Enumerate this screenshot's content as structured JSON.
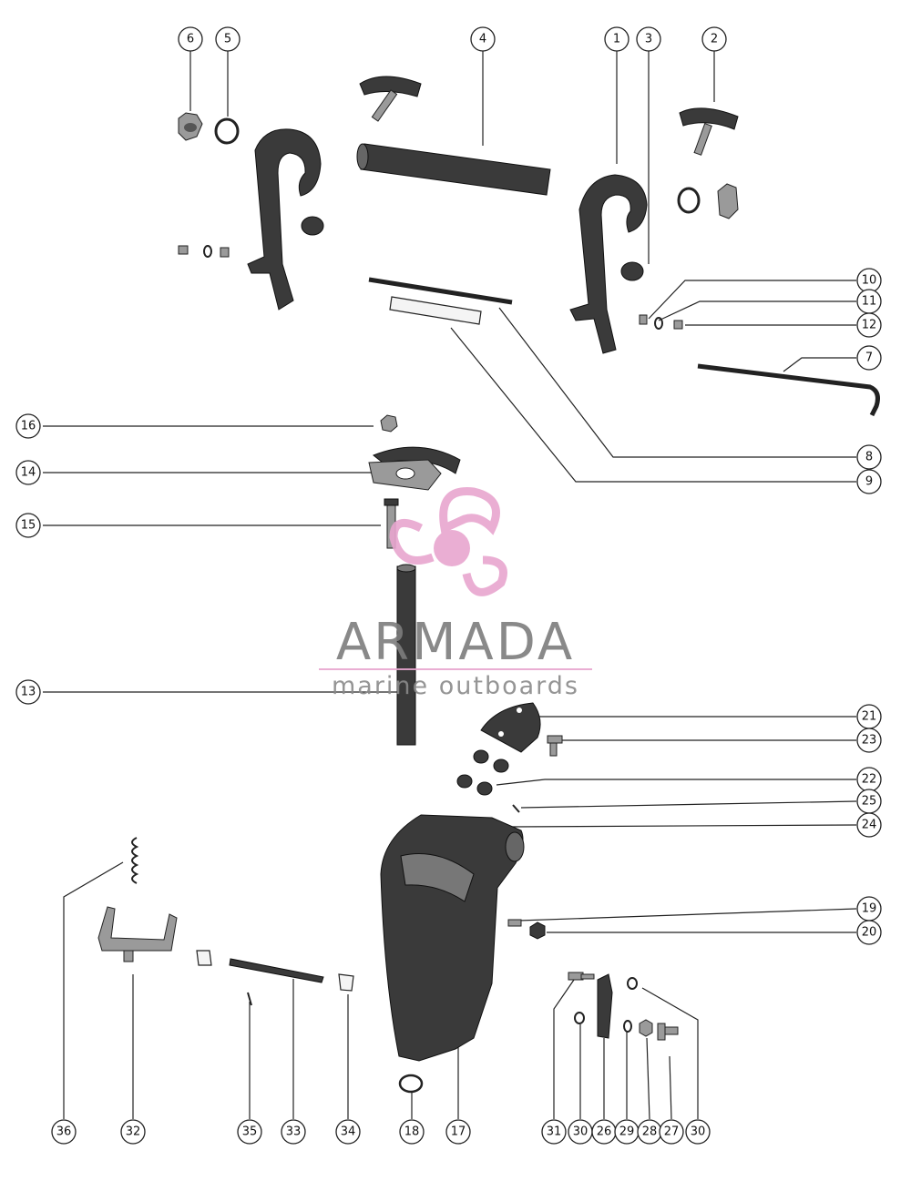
{
  "watermark": {
    "brand": "ARMADA",
    "tagline": "marine outboards",
    "brand_color": "#e8a6cf",
    "text_color": "#7d7d7d"
  },
  "callouts": [
    {
      "id": "c6",
      "label": "6"
    },
    {
      "id": "c5",
      "label": "5"
    },
    {
      "id": "c4",
      "label": "4"
    },
    {
      "id": "c1",
      "label": "1"
    },
    {
      "id": "c3",
      "label": "3"
    },
    {
      "id": "c2",
      "label": "2"
    },
    {
      "id": "c10",
      "label": "10"
    },
    {
      "id": "c11",
      "label": "11"
    },
    {
      "id": "c12",
      "label": "12"
    },
    {
      "id": "c7",
      "label": "7"
    },
    {
      "id": "c16",
      "label": "16"
    },
    {
      "id": "c14",
      "label": "14"
    },
    {
      "id": "c8",
      "label": "8"
    },
    {
      "id": "c9",
      "label": "9"
    },
    {
      "id": "c15",
      "label": "15"
    },
    {
      "id": "c13",
      "label": "13"
    },
    {
      "id": "c21",
      "label": "21"
    },
    {
      "id": "c23",
      "label": "23"
    },
    {
      "id": "c22",
      "label": "22"
    },
    {
      "id": "c25",
      "label": "25"
    },
    {
      "id": "c24",
      "label": "24"
    },
    {
      "id": "c19",
      "label": "19"
    },
    {
      "id": "c20",
      "label": "20"
    },
    {
      "id": "c36",
      "label": "36"
    },
    {
      "id": "c32",
      "label": "32"
    },
    {
      "id": "c35",
      "label": "35"
    },
    {
      "id": "c33",
      "label": "33"
    },
    {
      "id": "c34",
      "label": "34"
    },
    {
      "id": "c18",
      "label": "18"
    },
    {
      "id": "c17",
      "label": "17"
    },
    {
      "id": "c31",
      "label": "31"
    },
    {
      "id": "c30a",
      "label": "30"
    },
    {
      "id": "c26",
      "label": "26"
    },
    {
      "id": "c29",
      "label": "29"
    },
    {
      "id": "c28",
      "label": "28"
    },
    {
      "id": "c27",
      "label": "27"
    },
    {
      "id": "c30b",
      "label": "30"
    }
  ]
}
